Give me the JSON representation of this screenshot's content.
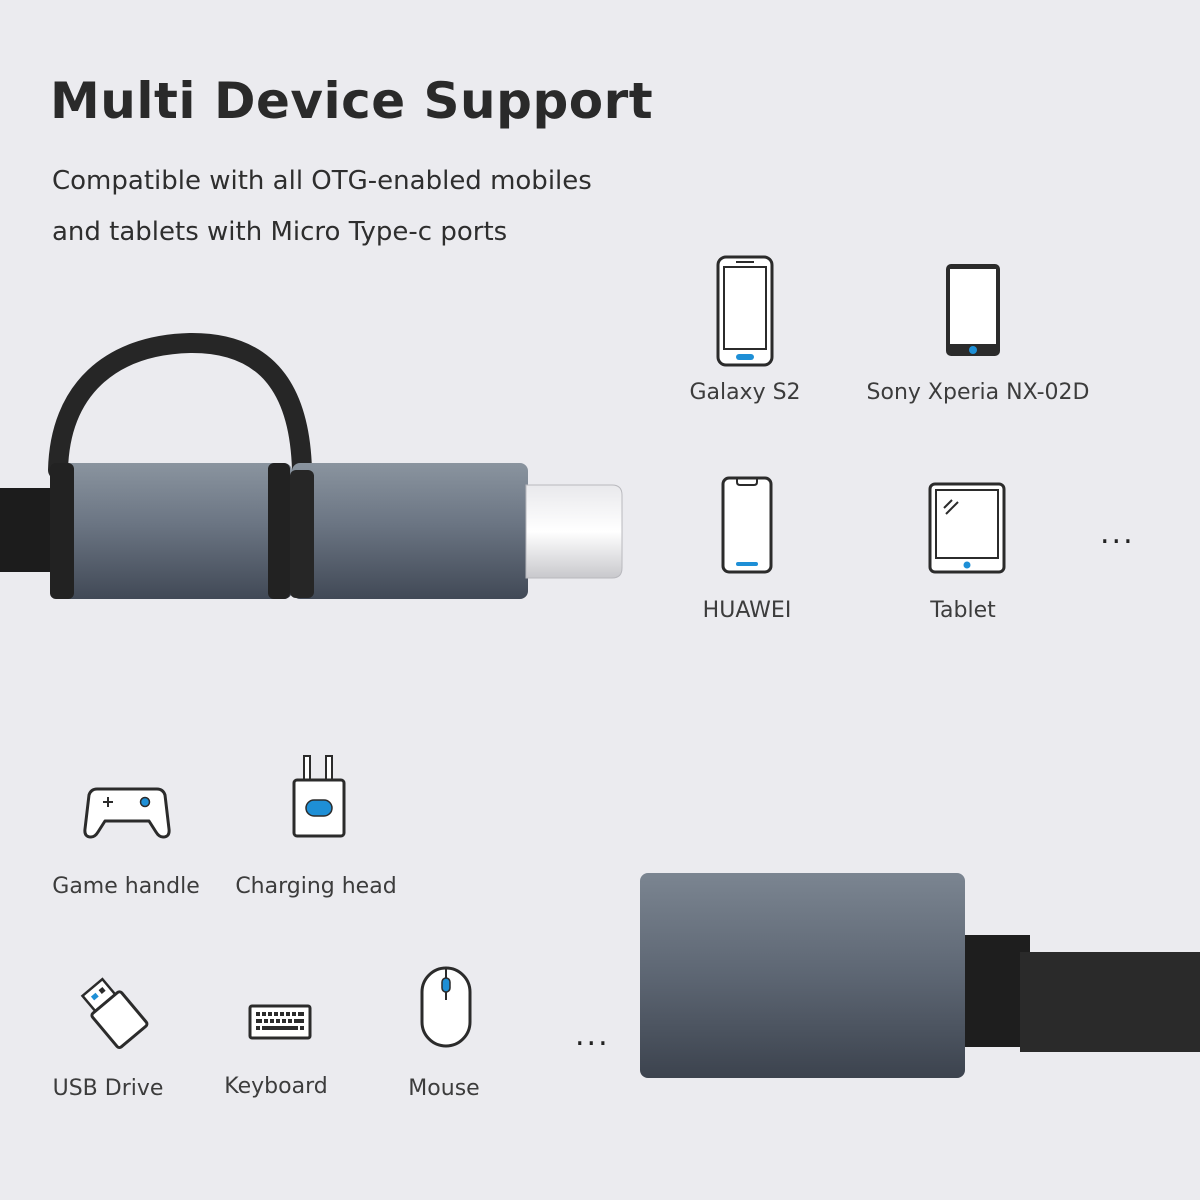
{
  "header": {
    "title": "Multi Device Support",
    "subtitle_line1": "Compatible with all OTG-enabled mobiles",
    "subtitle_line2": "and tablets with Micro Type-c ports"
  },
  "devices": [
    {
      "label": "Galaxy S2",
      "icon": "smartphone-icon"
    },
    {
      "label": "Sony Xperia NX-02D",
      "icon": "smartphone-icon"
    },
    {
      "label": "HUAWEI",
      "icon": "smartphone-notch-icon"
    },
    {
      "label": "Tablet",
      "icon": "tablet-icon"
    }
  ],
  "peripherals": [
    {
      "label": "Game handle",
      "icon": "gamepad-icon"
    },
    {
      "label": "Charging head",
      "icon": "charger-icon"
    },
    {
      "label": "USB Drive",
      "icon": "usb-drive-icon"
    },
    {
      "label": "Keyboard",
      "icon": "keyboard-icon"
    },
    {
      "label": "Mouse",
      "icon": "mouse-icon"
    }
  ],
  "more_indicator": "...",
  "colors": {
    "background": "#ebebef",
    "accent": "#1e8fd6",
    "adapter_metal": "#6b7583",
    "cable": "#1c1c1c"
  }
}
